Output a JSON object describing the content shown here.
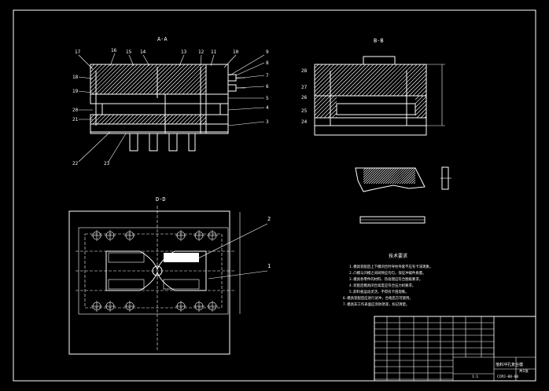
{
  "drawing": {
    "section_top_left": "A-A",
    "section_top_right": "B-B",
    "section_bottom": "D-D"
  },
  "part_numbers": {
    "front_top": [
      "17",
      "16",
      "15",
      "14",
      "13",
      "12",
      "11",
      "10",
      "9"
    ],
    "front_left": [
      "18",
      "19",
      "20",
      "21"
    ],
    "front_right": [
      "8",
      "7",
      "6",
      "5",
      "4",
      "3"
    ],
    "front_bottom": [
      "22",
      "23"
    ],
    "side_left": [
      "28",
      "27",
      "26",
      "25",
      "24"
    ],
    "plan_right": [
      "2",
      "1"
    ]
  },
  "tech_requirements": {
    "heading": "技术要求",
    "lines": [
      "1.模具装配后上下模闭合时导柱导套不应有卡滞现象。",
      "2.凸模与凹模之间间隙应均匀，保证冲裁件质量。",
      "3.模具各零件的材料、热处理应符合图纸要求。",
      "4.装配后模具闭合高度应符合压力机要求。",
      "5.卸料板运动灵活，不得有卡阻现象。",
      "6.模具装配后应进行试冲，合格后方可使用。",
      "7.模具非工作表面应涂防锈漆，标记清楚。"
    ]
  },
  "title_block": {
    "name": "落料冲孔复合模",
    "drawing_no": "CCMJ-00-00",
    "scale": "1:1",
    "sheet": "共1张"
  }
}
